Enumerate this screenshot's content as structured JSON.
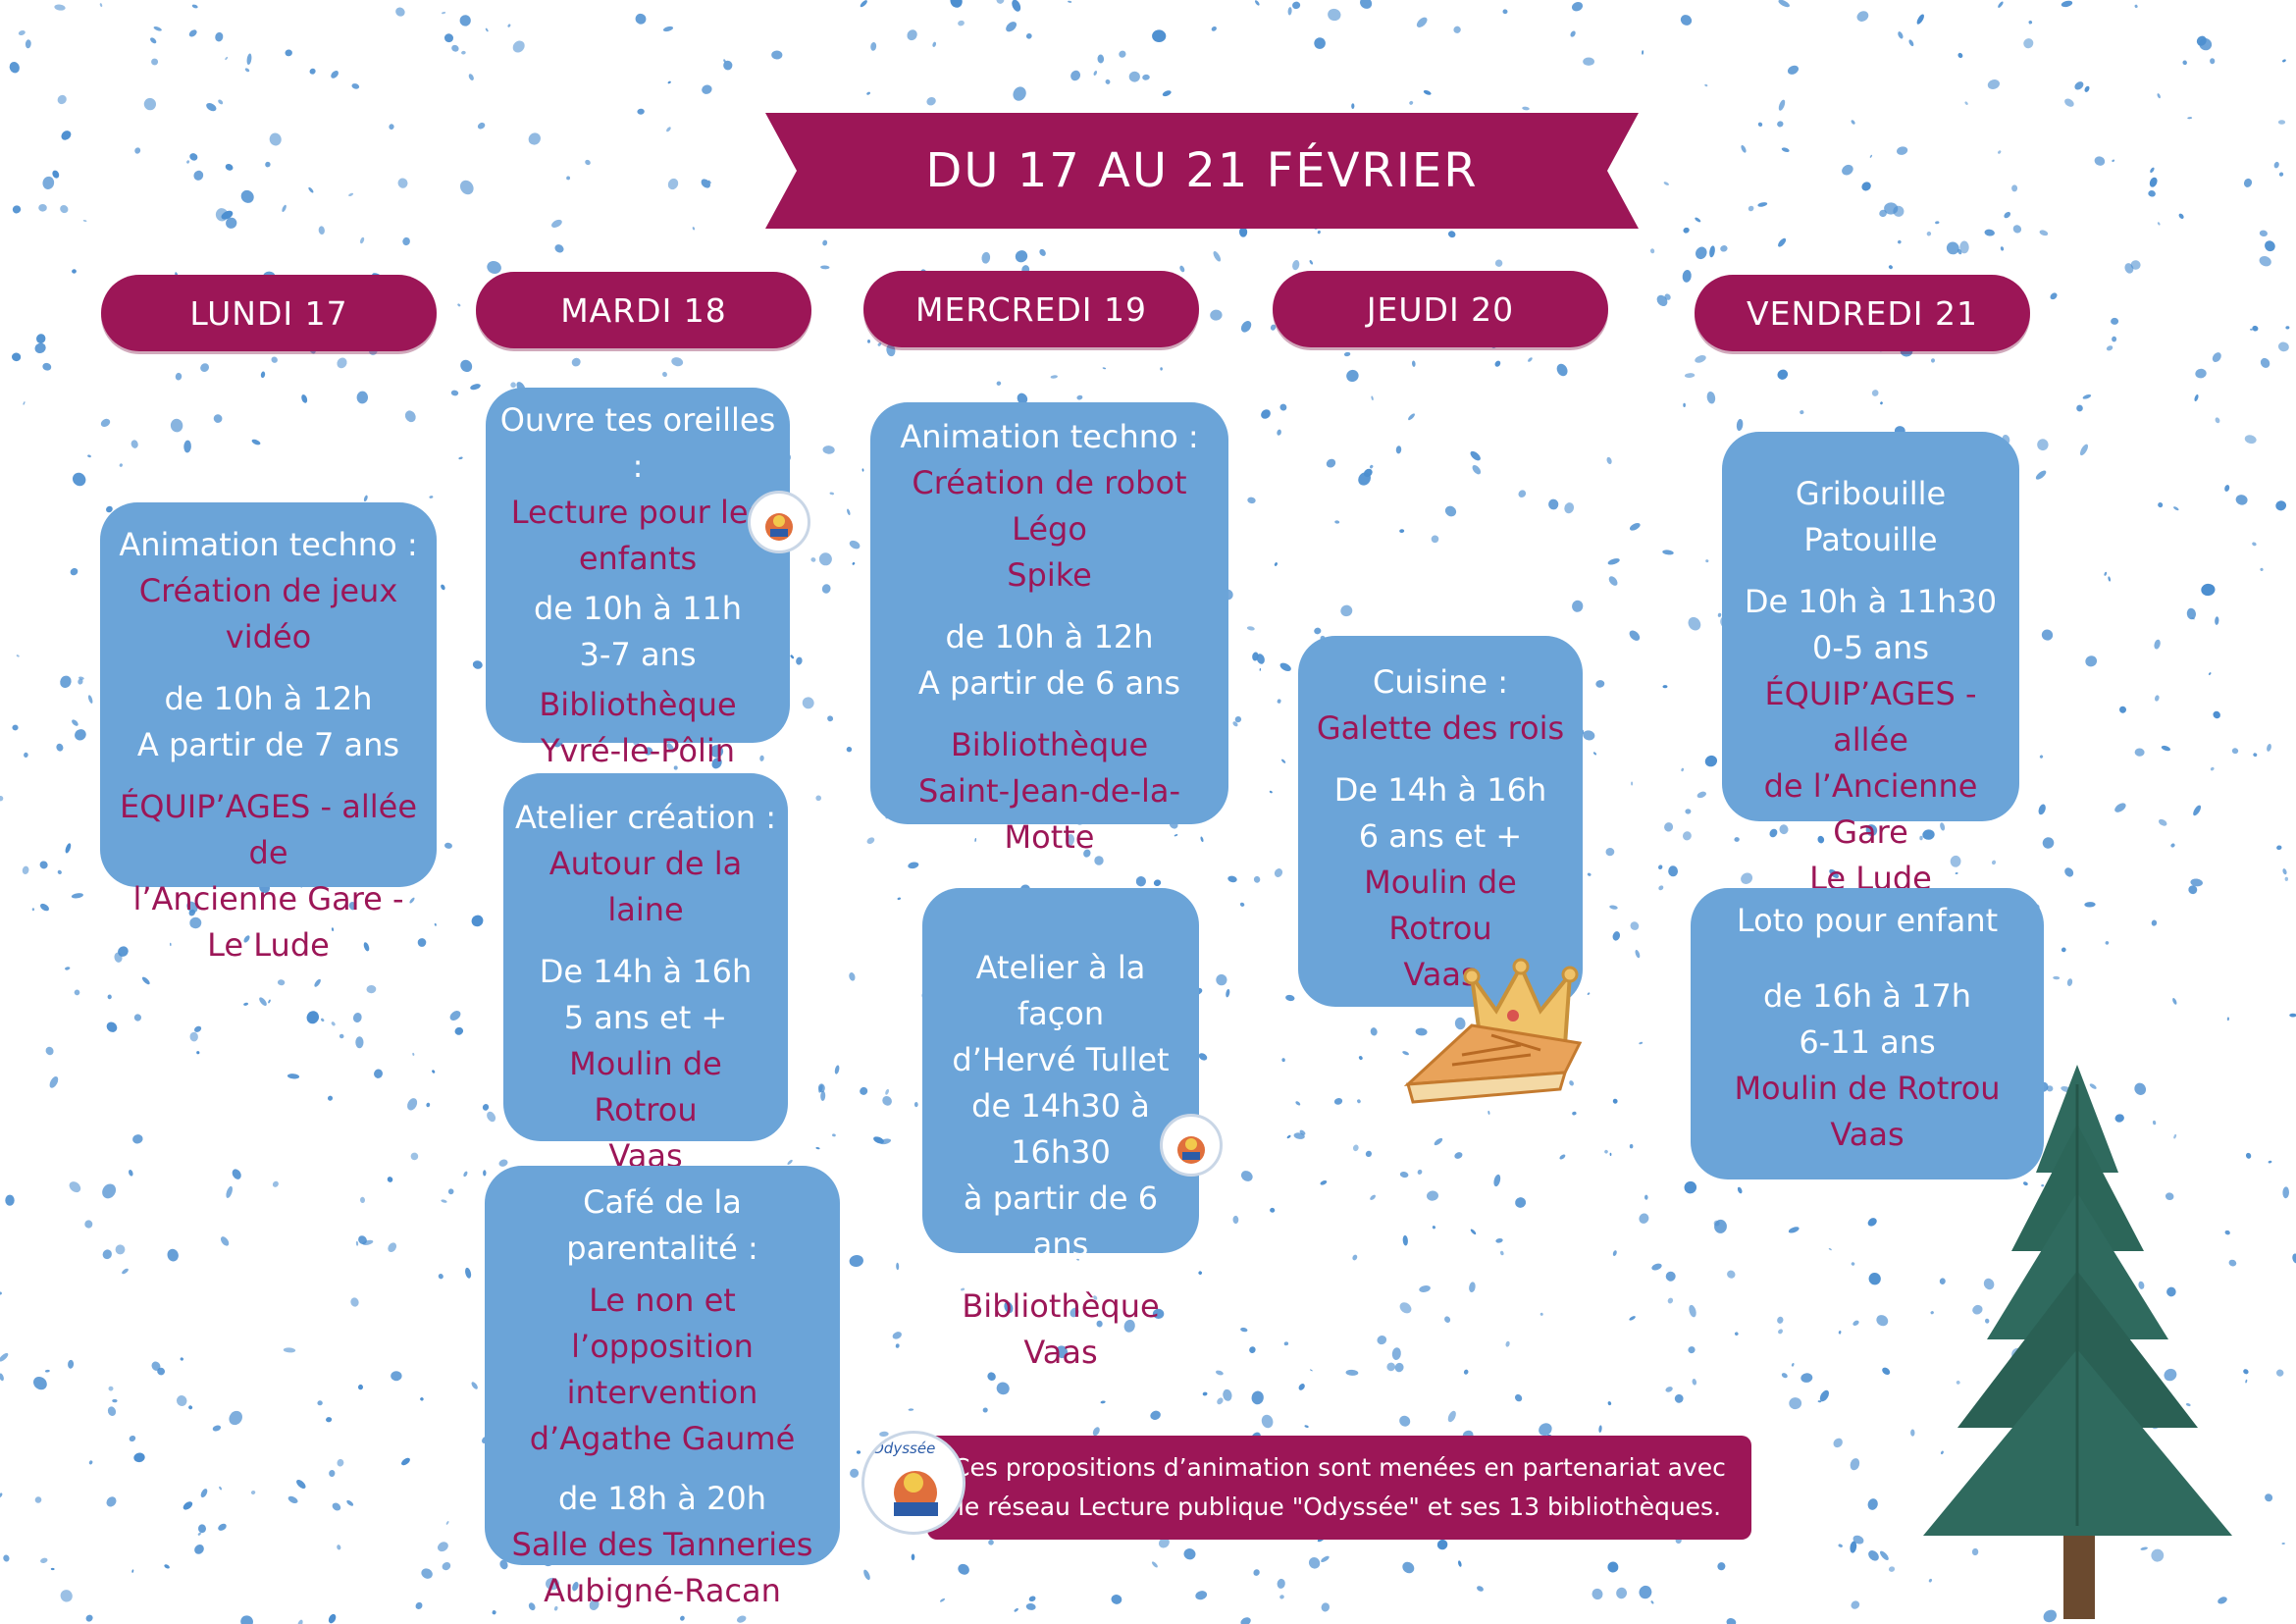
{
  "banner": {
    "title": "DU 17 AU 21 FÉVRIER"
  },
  "days": [
    {
      "label": "LUNDI 17"
    },
    {
      "label": "MARDI 18"
    },
    {
      "label": "MERCREDI 19"
    },
    {
      "label": "JEUDI 20"
    },
    {
      "label": "VENDREDI 21"
    }
  ],
  "events": {
    "lundi_techno": {
      "heading": "Animation techno :",
      "title": "Création de jeux vidéo",
      "time": "de 10h à 12h",
      "age": "A partir de 7 ans",
      "place1": "ÉQUIP’AGES - allée de",
      "place2": "l’Ancienne Gare - Le Lude"
    },
    "mardi_oreilles": {
      "heading": "Ouvre tes oreilles :",
      "title1": "Lecture pour les",
      "title2": "enfants",
      "time": "de 10h à 11h",
      "age": "3-7 ans",
      "place1": "Bibliothèque",
      "place2": "Yvré-le-Pôlin"
    },
    "mardi_laine": {
      "heading": "Atelier création :",
      "title": "Autour de la laine",
      "time": "De 14h à 16h",
      "age": "5 ans et +",
      "place1": "Moulin de Rotrou",
      "place2": "Vaas"
    },
    "mardi_cafe": {
      "heading": "Café de la parentalité :",
      "title1": "Le non et l’opposition",
      "title2": "intervention",
      "title3": "d’Agathe Gaumé",
      "time": "de 18h à 20h",
      "place1": "Salle des Tanneries",
      "place2": "Aubigné-Racan"
    },
    "mercredi_lego": {
      "heading": "Animation techno :",
      "title1": "Création de robot Légo",
      "title2": "Spike",
      "time": "de 10h à 12h",
      "age": "A partir de 6 ans",
      "place1": "Bibliothèque",
      "place2": "Saint-Jean-de-la-Motte"
    },
    "mercredi_tullet": {
      "heading1": "Atelier à la façon",
      "heading2": "d’Hervé Tullet",
      "time": "de 14h30 à 16h30",
      "age": "à partir de 6 ans",
      "place1": "Bibliothèque",
      "place2": "Vaas"
    },
    "jeudi_cuisine": {
      "heading": "Cuisine :",
      "title": "Galette des rois",
      "time": "De 14h à 16h",
      "age": "6 ans et +",
      "place1": "Moulin de Rotrou",
      "place2": "Vaas"
    },
    "vendredi_gribouille": {
      "heading": "Gribouille Patouille",
      "time": "De 10h à 11h30",
      "age": "0-5 ans",
      "place1": "ÉQUIP’AGES - allée",
      "place2": "de l’Ancienne Gare",
      "place3": "Le Lude"
    },
    "vendredi_loto": {
      "heading": "Loto pour enfant",
      "time": "de 16h à 17h",
      "age": "6-11 ans",
      "place1": "Moulin de Rotrou",
      "place2": "Vaas"
    }
  },
  "badge": {
    "label": "Odyssée"
  },
  "footer": {
    "line1": "Ces propositions d’animation sont menées en partenariat avec",
    "line2": "le réseau Lecture publique \"Odyssée\" et ses 13 bibliothèques."
  },
  "colors": {
    "magenta": "#9c1657",
    "card_blue": "#6ba4d8",
    "speckle_blue": "#4d8fd0",
    "tree_green": "#2f6a5e"
  }
}
